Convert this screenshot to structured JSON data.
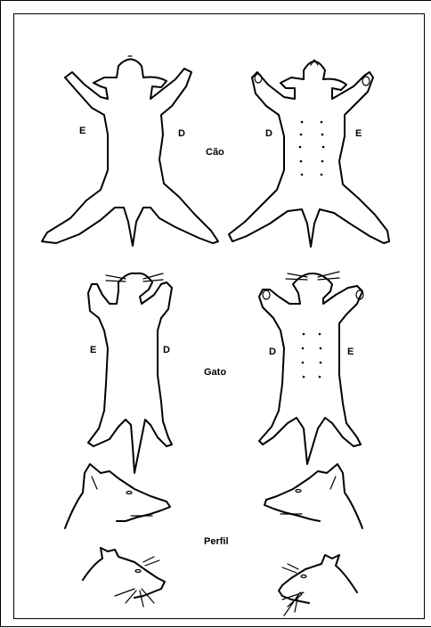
{
  "labels": {
    "dog_dorsal_left": "E",
    "dog_dorsal_right": "D",
    "dog_title": "Cão",
    "dog_ventral_left": "D",
    "dog_ventral_right": "E",
    "cat_dorsal_left": "E",
    "cat_dorsal_right": "D",
    "cat_title": "Gato",
    "cat_ventral_left": "D",
    "cat_ventral_right": "E",
    "profile_title": "Perfil"
  }
}
